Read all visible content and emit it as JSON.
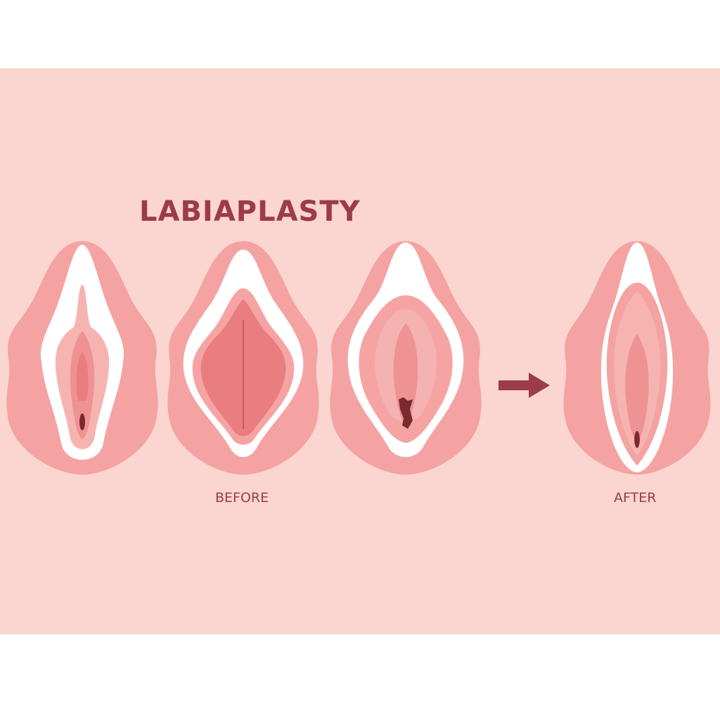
{
  "title": "LABIAPLASTY",
  "labels": {
    "before": "BEFORE",
    "after": "AFTER"
  },
  "icons": {
    "arrow": "arrow-right-icon"
  },
  "colors": {
    "background": "#fbd5cf",
    "outer": "#f4a3a2",
    "inner": "#f6b4b1",
    "mid": "#ee9294",
    "core": "#e97d80",
    "dark": "#7a2a2e",
    "text": "#9c3b4a"
  }
}
